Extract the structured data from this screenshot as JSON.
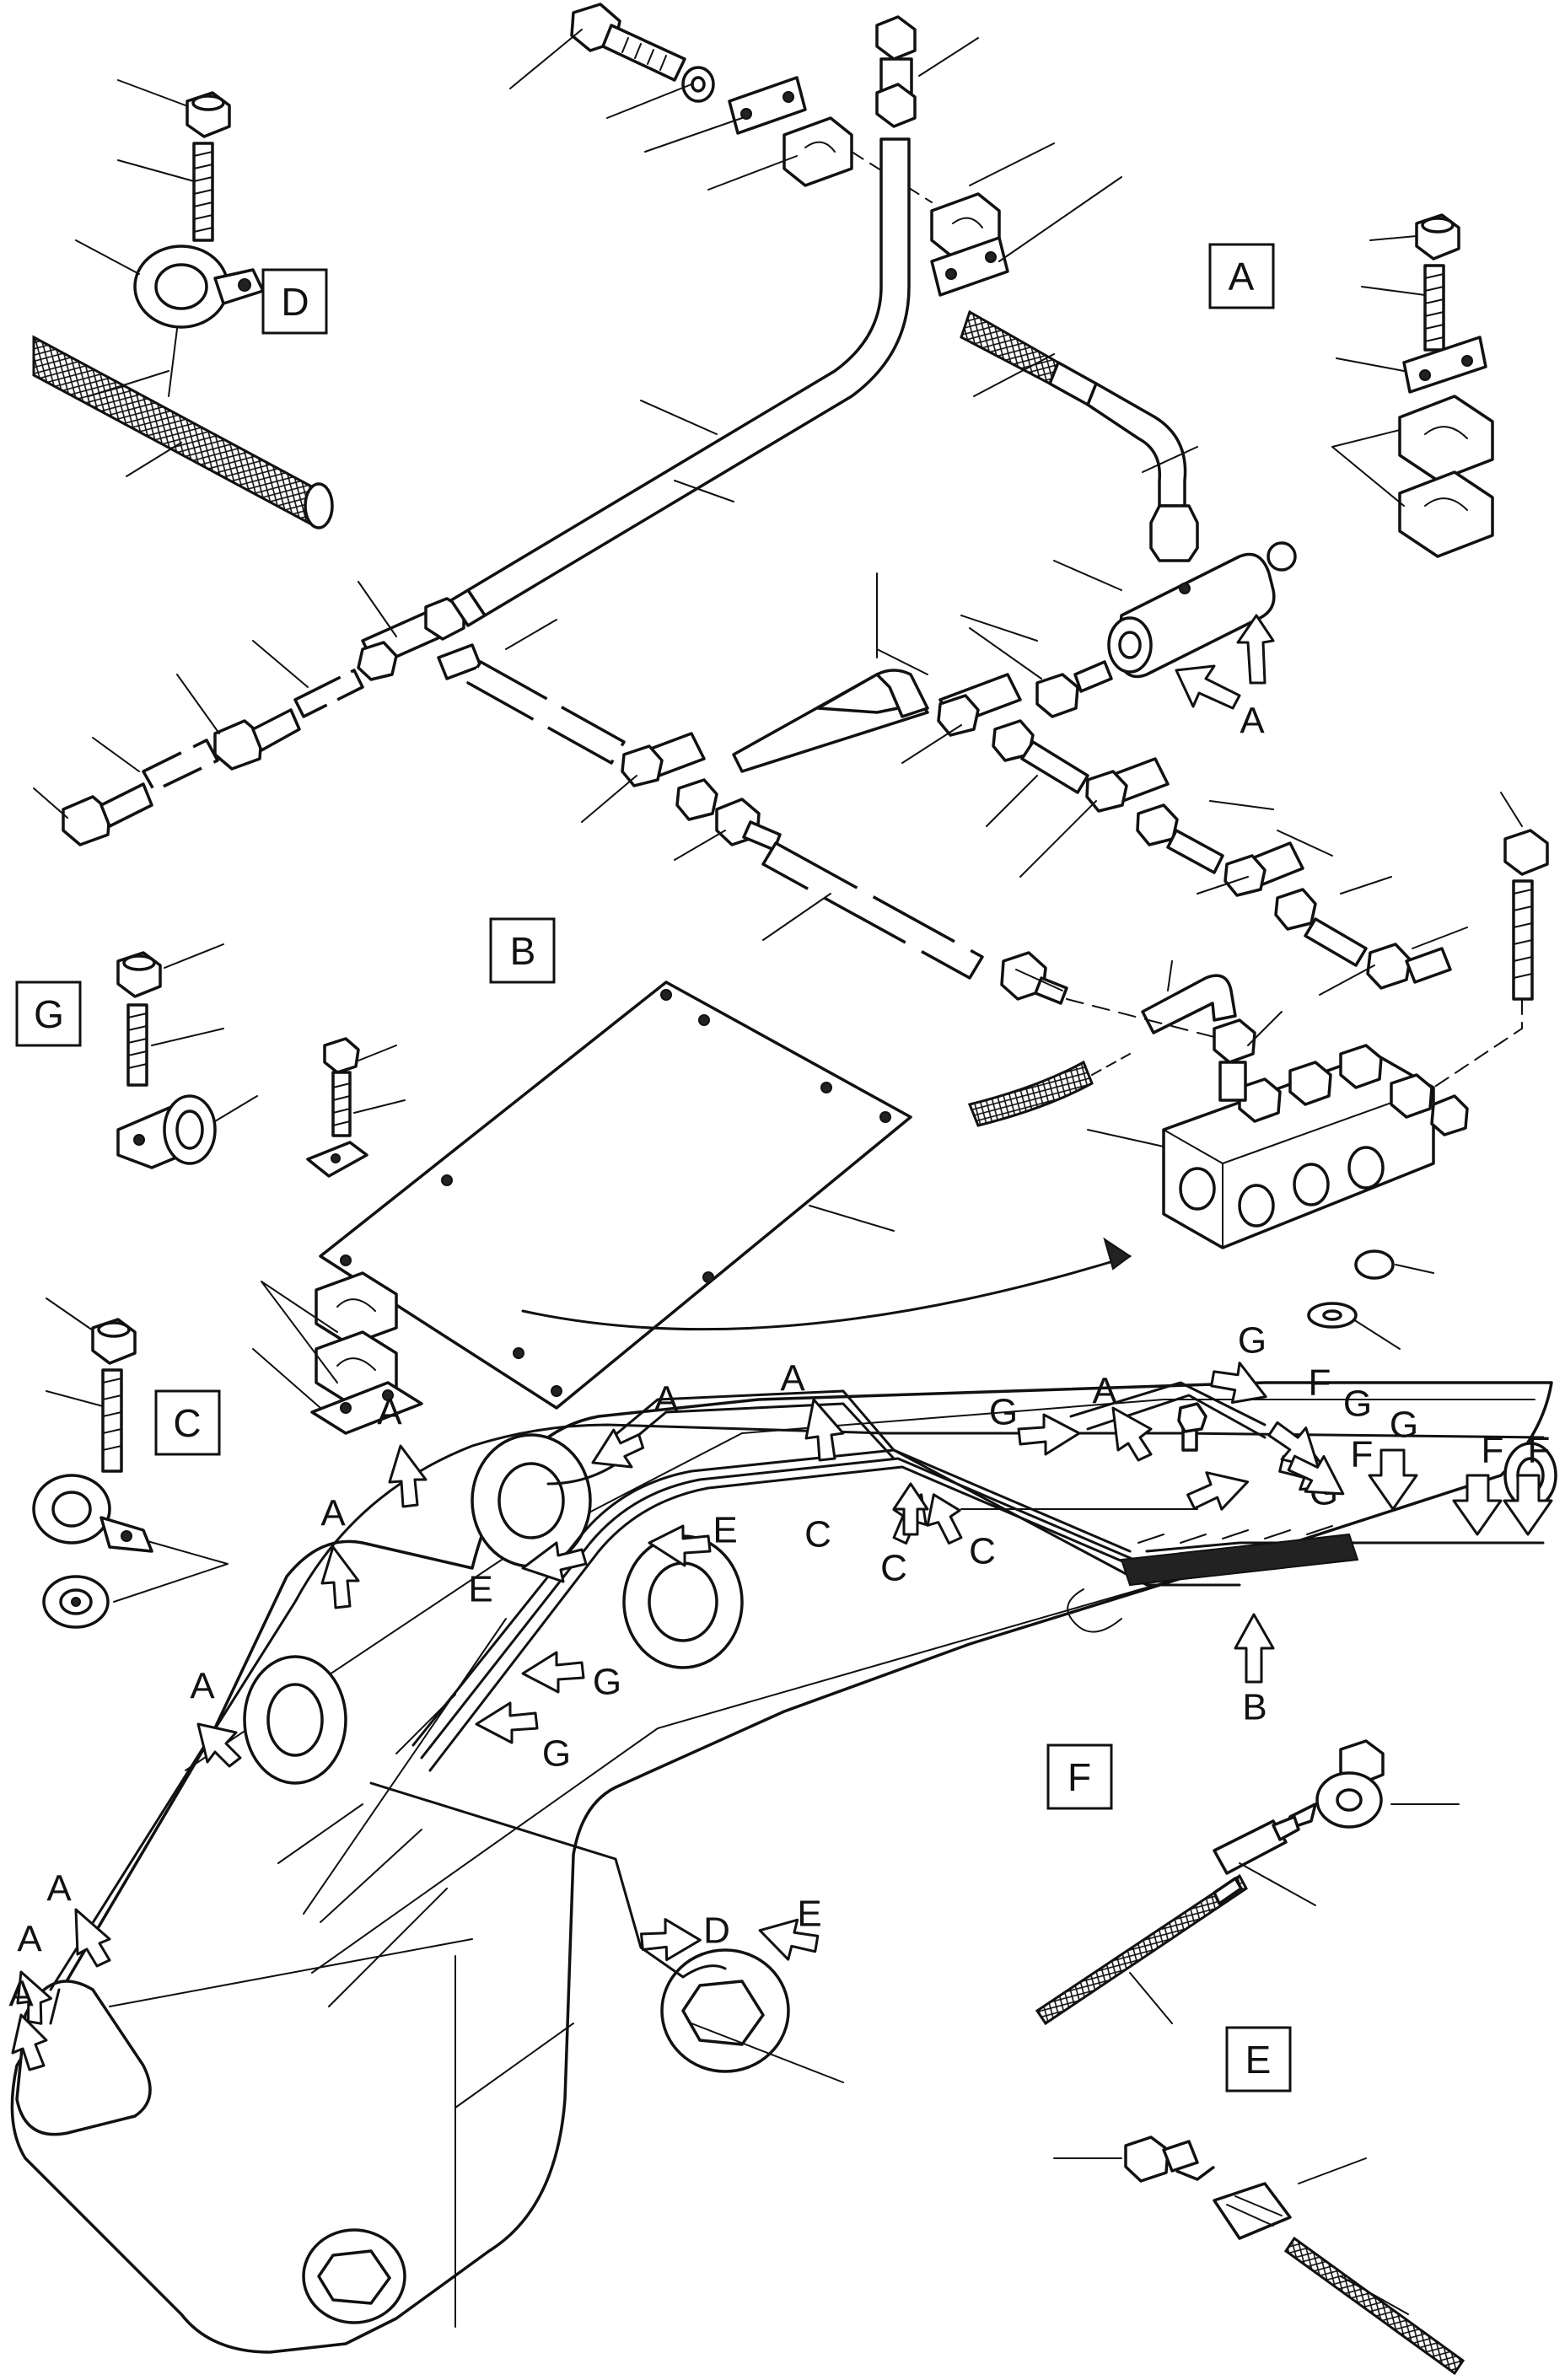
{
  "boxed_labels": [
    {
      "id": "D",
      "text": "D"
    },
    {
      "id": "A",
      "text": "A"
    },
    {
      "id": "B",
      "text": "B"
    },
    {
      "id": "G",
      "text": "G"
    },
    {
      "id": "C",
      "text": "C"
    },
    {
      "id": "F",
      "text": "F"
    },
    {
      "id": "E",
      "text": "E"
    }
  ],
  "callouts": [
    {
      "id": "top-A",
      "text": "A"
    },
    {
      "id": "boom-A1",
      "text": "A"
    },
    {
      "id": "boom-A2",
      "text": "A"
    },
    {
      "id": "boom-A3",
      "text": "A"
    },
    {
      "id": "boom-A4",
      "text": "A"
    },
    {
      "id": "boom-A5",
      "text": "A"
    },
    {
      "id": "boom-A6",
      "text": "A"
    },
    {
      "id": "boom-A7",
      "text": "A"
    },
    {
      "id": "boom-A8",
      "text": "A"
    },
    {
      "id": "boom-A9",
      "text": "A"
    },
    {
      "id": "boom-E1",
      "text": "E"
    },
    {
      "id": "boom-E2",
      "text": "E"
    },
    {
      "id": "boom-E3",
      "text": "E"
    },
    {
      "id": "boom-C1",
      "text": "C"
    },
    {
      "id": "boom-C2",
      "text": "C"
    },
    {
      "id": "boom-C3",
      "text": "C"
    },
    {
      "id": "boom-G1",
      "text": "G"
    },
    {
      "id": "boom-G2",
      "text": "G"
    },
    {
      "id": "boom-G3",
      "text": "G"
    },
    {
      "id": "boom-G4",
      "text": "G"
    },
    {
      "id": "boom-G5",
      "text": "G"
    },
    {
      "id": "boom-G6",
      "text": "G"
    },
    {
      "id": "boom-G7",
      "text": "G"
    },
    {
      "id": "boom-F1",
      "text": "F"
    },
    {
      "id": "boom-F2",
      "text": "F"
    },
    {
      "id": "boom-F3",
      "text": "F"
    },
    {
      "id": "boom-F4",
      "text": "F"
    },
    {
      "id": "boom-D",
      "text": "D"
    },
    {
      "id": "boom-B",
      "text": "B"
    }
  ]
}
